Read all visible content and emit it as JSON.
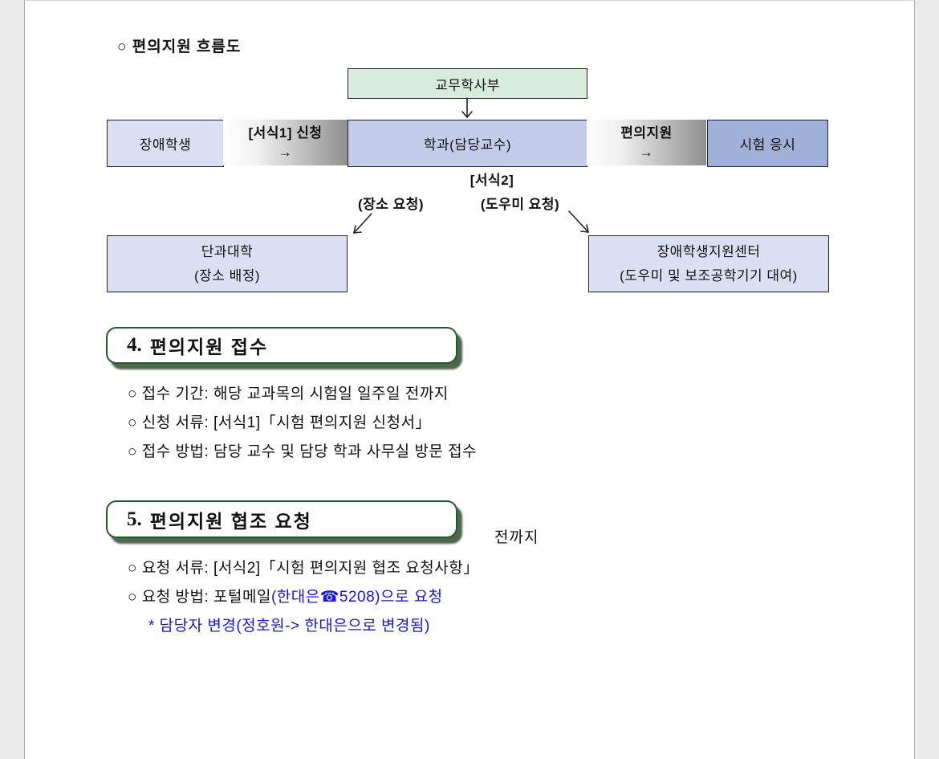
{
  "doc": {
    "title": "○ 편의지원 흐름도"
  },
  "flow": {
    "top_box": "교무학사부",
    "student_box": "장애학생",
    "label1_top": "[서식1] 신청",
    "label1_arrow": "→",
    "dept_box": "학과(담당교수)",
    "label2_top": "편의지원",
    "label2_arrow": "→",
    "exam_box": "시험 응시",
    "form2": "[서식2]",
    "place_req": "(장소 요청)",
    "helper_req": "(도우미 요청)",
    "college_box_l1": "단과대학",
    "college_box_l2": "(장소 배정)",
    "center_box_l1": "장애학생지원센터",
    "center_box_l2": "(도우미 및 보조공학기기 대여)"
  },
  "section4": {
    "num": "4.",
    "title": "편의지원 접수",
    "items": [
      "○ 접수 기간: 해당 교과목의 시험일 일주일 전까지",
      "○ 신청 서류: [서식1]「시험 편의지원 신청서」",
      "○ 접수 방법: 담당 교수 및 담당 학과 사무실 방문 접수"
    ]
  },
  "section5": {
    "num": "5.",
    "title": "편의지원 협조 요청",
    "overlapped_tail": "전까지",
    "item1": "○ 요청 서류: [서식2]「시험 편의지원 협조 요청사항」",
    "item2_black": "○ 요청 방법: 포털메일",
    "item2_blue": "(한대은☎5208)으로 요청",
    "note": "* 담당자 변경(정호원-> 한대은으로 변경됨)"
  },
  "colors": {
    "blue_text": "#1515dd",
    "green_border": "#215c28",
    "mint_box": "#d7ecdc",
    "periwinkle_light": "#dadff2",
    "periwinkle_mid": "#c3cdea",
    "periwinkle_dark": "#9fb0d9"
  }
}
